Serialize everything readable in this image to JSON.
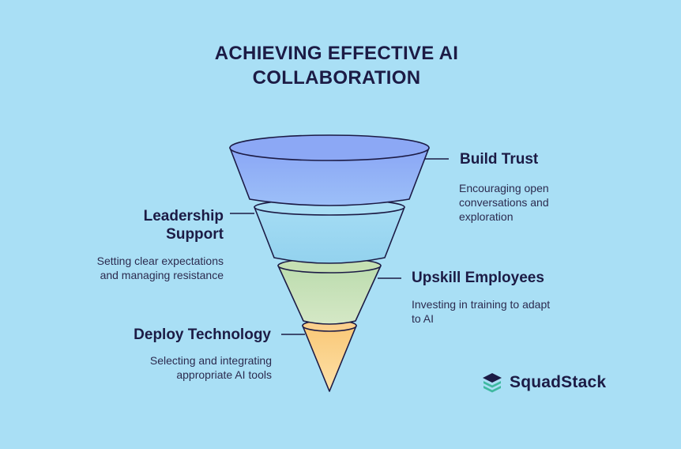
{
  "title": {
    "line1": "ACHIEVING EFFECTIVE AI",
    "line2": "COLLABORATION"
  },
  "stages": [
    {
      "heading": "Build Trust",
      "description_lines": [
        "Encouraging open",
        "conversations and",
        "exploration"
      ],
      "side": "right",
      "color": "#93b3f7"
    },
    {
      "heading_lines": [
        "Leadership",
        "Support"
      ],
      "description_lines": [
        "Setting clear expectations",
        "and managing resistance"
      ],
      "side": "left",
      "color": "#9ed7f2"
    },
    {
      "heading": "Upskill Employees",
      "description_lines": [
        "Investing in training to adapt",
        "to AI"
      ],
      "side": "right",
      "color": "#c9e2b5"
    },
    {
      "heading": "Deploy Technology",
      "description_lines": [
        "Selecting and integrating",
        "appropriate AI tools"
      ],
      "side": "left",
      "color": "#fbd08d"
    }
  ],
  "logo": {
    "text": "SquadStack",
    "icon": "stacked-layers-icon",
    "colors": {
      "dark": "#1c1b45",
      "accent": "#3fb9a0"
    }
  }
}
